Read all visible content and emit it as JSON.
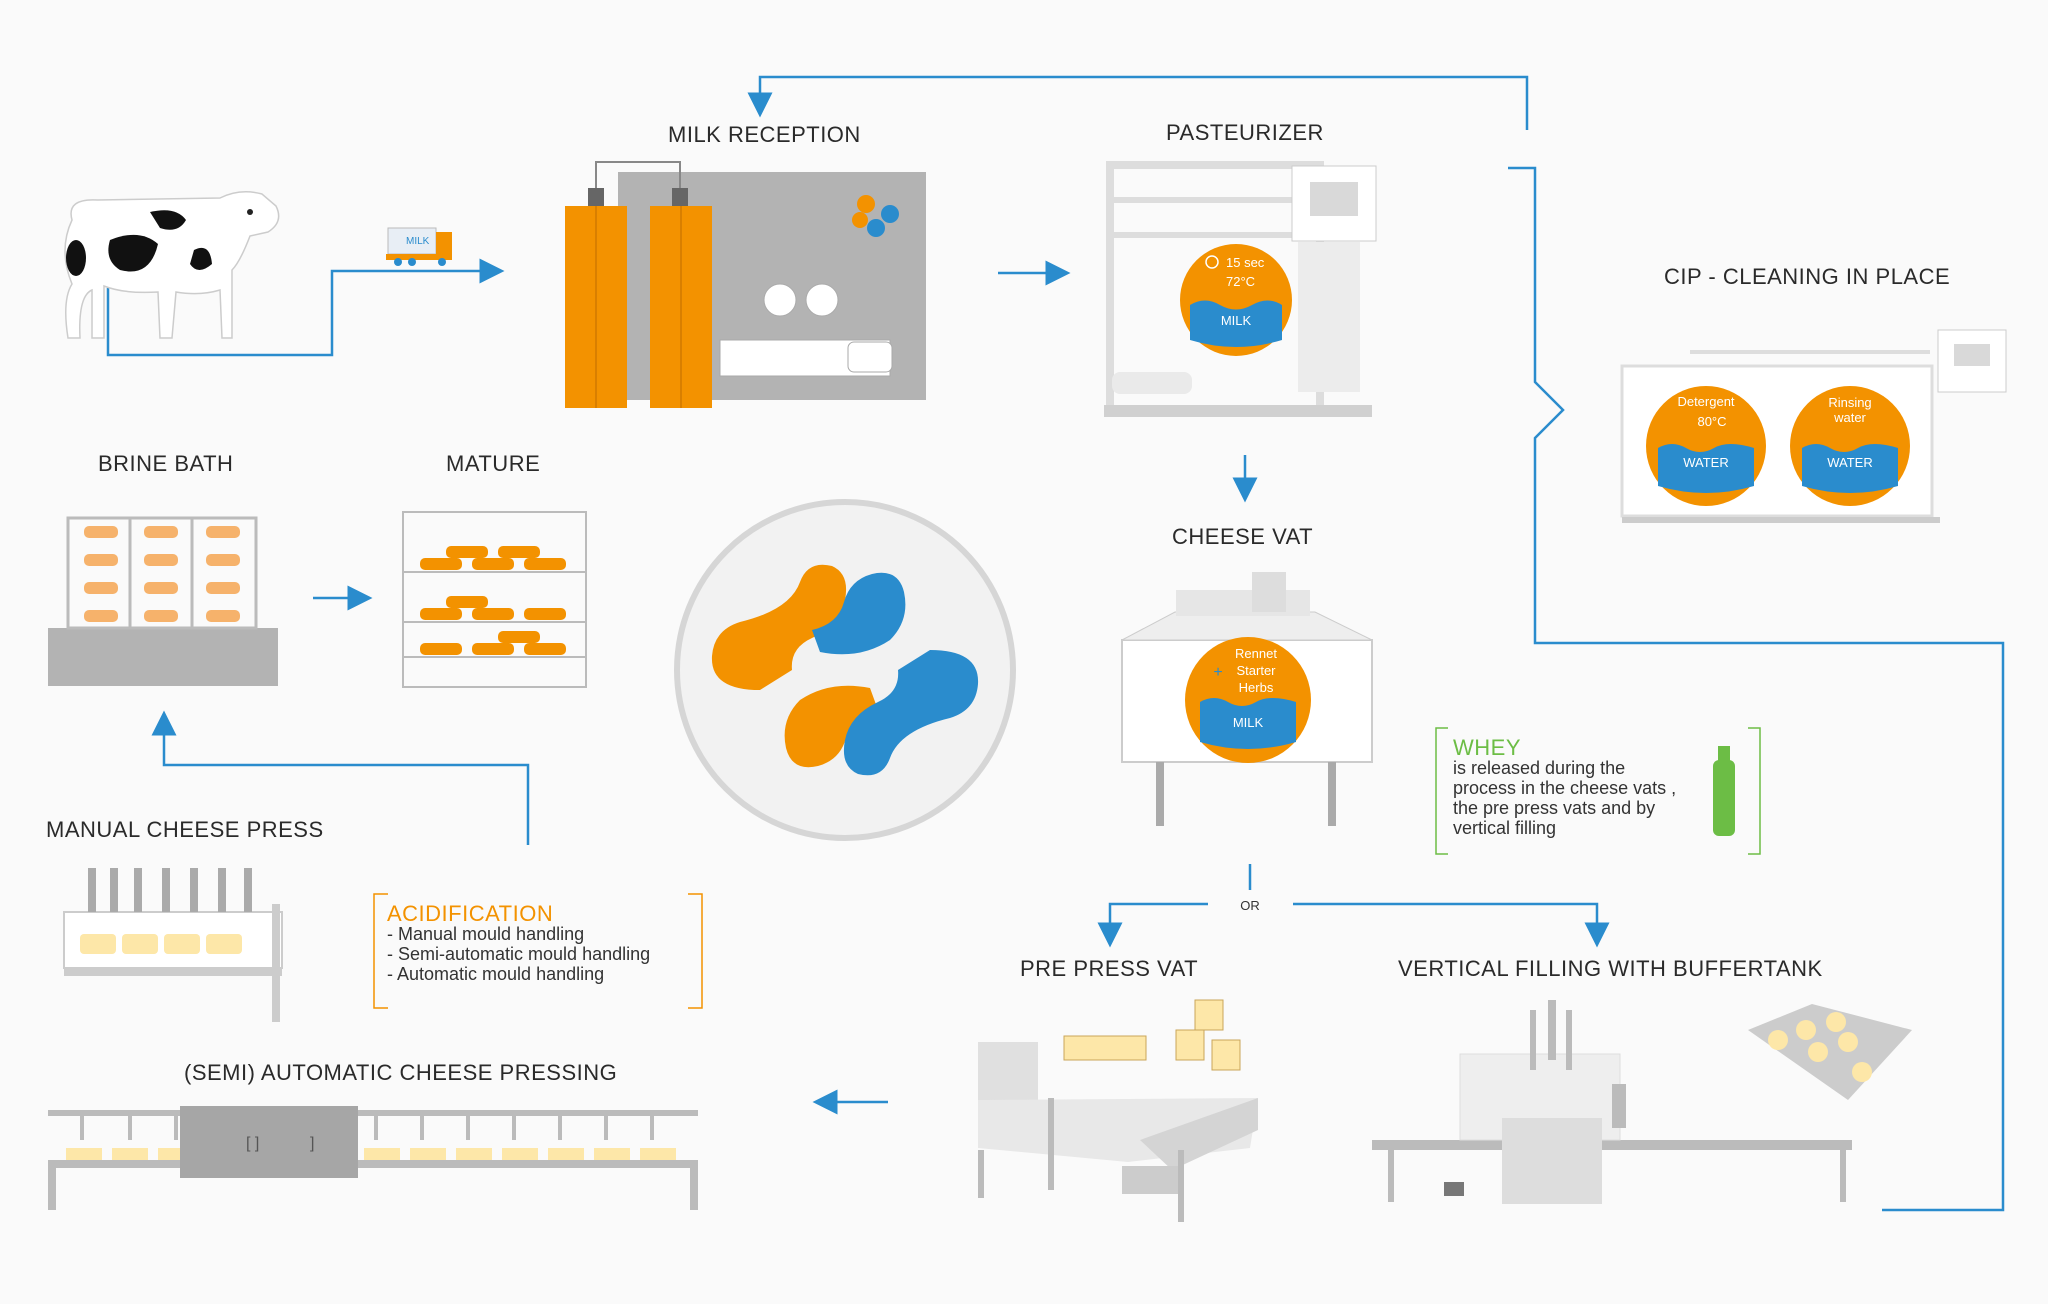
{
  "stages": {
    "milk_reception": "MILK RECEPTION",
    "pasteurizer": "PASTEURIZER",
    "cip": "CIP - CLEANING IN PLACE",
    "brine_bath": "BRINE BATH",
    "mature": "MATURE",
    "cheese_vat": "CHEESE VAT",
    "manual_press": "MANUAL CHEESE PRESS",
    "pre_press_vat": "PRE PRESS VAT",
    "vertical_filling": "VERTICAL FILLING WITH BUFFERTANK",
    "semi_auto_pressing": "(SEMI) AUTOMATIC CHEESE PRESSING"
  },
  "truck_label": "MILK",
  "pasteurizer_badge": {
    "time": "15 sec",
    "temp": "72°C",
    "liquid": "MILK"
  },
  "cip_tanks": [
    {
      "line1": "Detergent",
      "line2": "80°C",
      "liquid": "WATER"
    },
    {
      "line1": "Rinsing",
      "line2": "water",
      "liquid": "WATER"
    }
  ],
  "vat_badge": {
    "line1": "Rennet",
    "line2": "Starter",
    "line3": "Herbs",
    "liquid": "MILK"
  },
  "or_label": "OR",
  "whey": {
    "title": "WHEY",
    "lines": [
      "is released during the",
      "process in the cheese vats ,",
      "the pre press vats and by",
      "vertical filling"
    ]
  },
  "acidification": {
    "title": "ACIDIFICATION",
    "lines": [
      "- Manual mould handling",
      "- Semi-automatic mould handling",
      "- Automatic mould handling"
    ]
  },
  "colors": {
    "orange": "#f39200",
    "blue": "#2a8ccd",
    "green": "#6cbd45",
    "grey": "#d9d9d9",
    "dark_grey": "#9e9e9e"
  }
}
